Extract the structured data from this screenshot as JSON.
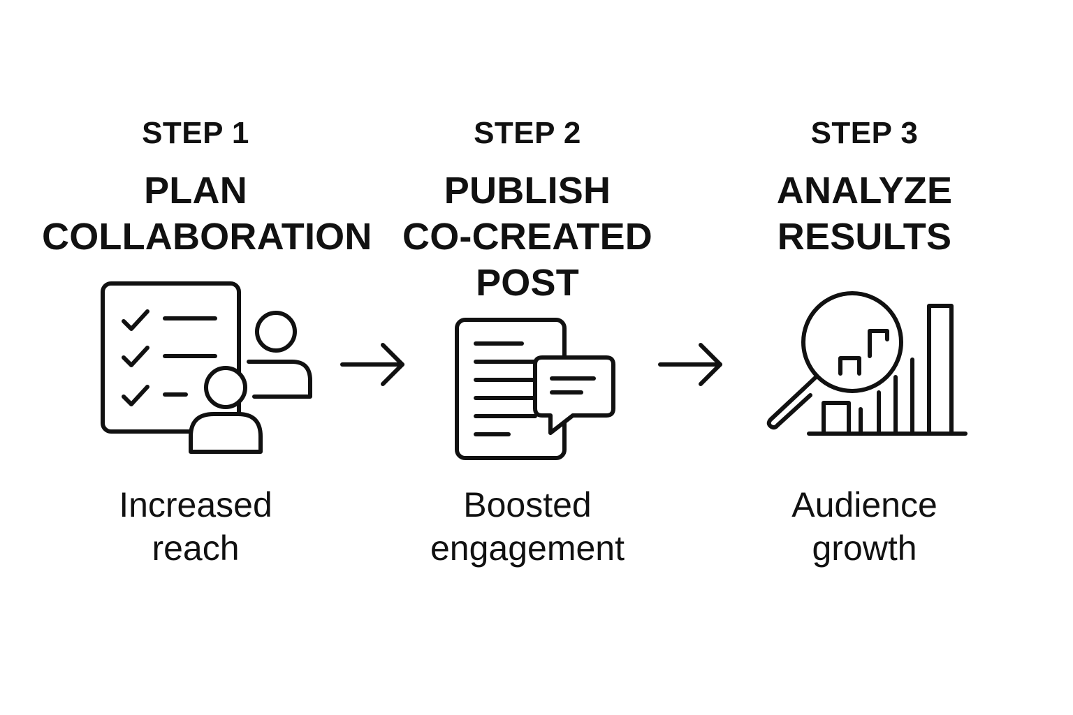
{
  "steps": [
    {
      "step_label": "STEP 1",
      "title_lines": [
        "PLAN",
        "COLLABORATION"
      ],
      "result_lines": [
        "Increased",
        "reach"
      ],
      "icon": "checklist-with-people-icon"
    },
    {
      "step_label": "STEP 2",
      "title_lines": [
        "PUBLISH",
        "CO-CREATED",
        "POST"
      ],
      "result_lines": [
        "Boosted",
        "engagement"
      ],
      "icon": "document-with-comment-icon"
    },
    {
      "step_label": "STEP 3",
      "title_lines": [
        "ANALYZE",
        "RESULTS"
      ],
      "result_lines": [
        "Audience",
        "growth"
      ],
      "icon": "magnifier-bar-chart-icon"
    }
  ],
  "connectors": [
    "arrow-right-icon",
    "arrow-right-icon"
  ],
  "colors": {
    "ink": "#111111",
    "background": "#ffffff"
  }
}
